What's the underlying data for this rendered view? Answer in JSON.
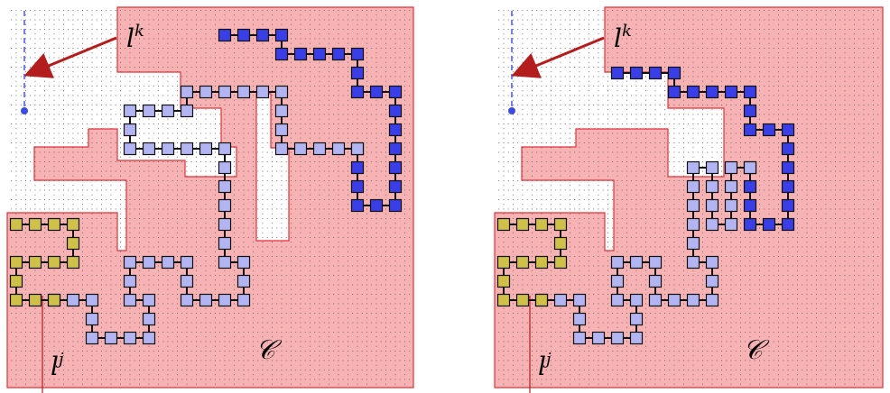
{
  "panels": [
    {
      "id": "left",
      "labels": {
        "lk": "lk",
        "lj": "lj",
        "region": "𝒞"
      }
    },
    {
      "id": "right",
      "labels": {
        "lk": "lk",
        "lj": "lj",
        "region": "𝒞"
      }
    }
  ],
  "colors": {
    "region_fill": "#f7b2b3",
    "region_edge": "#e2313b",
    "grid": "#55575a",
    "chain_dark": "#3a3ee6",
    "chain_light": "#b3b4f2",
    "chain_yellow": "#cec049",
    "arrow": "#b41d1d",
    "dashed_line": "#3b4ce0"
  }
}
